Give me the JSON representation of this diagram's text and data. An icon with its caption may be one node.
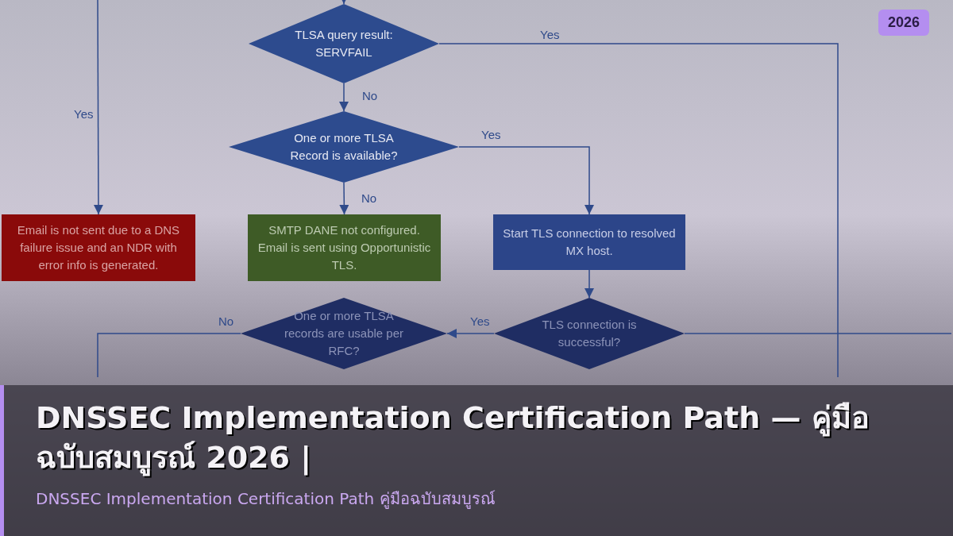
{
  "diagram": {
    "title": "DNSSEC Implementation Certification Path — คู่มือฉบับสมบูรณ์ 2026 |",
    "caption": "DNSSEC Implementation Certification Path คู่มือฉบับสมบูรณ์",
    "nodes": [
      {
        "text": [
          "TLSA query result: SERVFAIL"
        ]
      },
      {
        "text": [
          "One or more TLSA Record is available?"
        ]
      },
      {
        "text": [
          "Email is not sent due to a DNS failure issue and an NDR with error info is generated."
        ]
      },
      {
        "text": [
          "SMTP DANE not configured. Email is sent using Opportunistic TLS."
        ]
      },
      {
        "text": [
          "Start TLS connection to resolved MX host."
        ]
      },
      {
        "text": [
          "TLS connection is successful?"
        ]
      },
      {
        "text": [
          "One or more TLSA records are usable per RFC?"
        ]
      }
    ],
    "edges": [
      {
        "from": null,
        "to": 0,
        "arrow": "to"
      },
      {
        "from": 0,
        "to": null,
        "arrow": "none",
        "label": "Yes"
      },
      {
        "from": null,
        "to": 2,
        "arrow": "to",
        "label": "Yes"
      },
      {
        "from": 0,
        "to": 1,
        "arrow": "to",
        "label": "No"
      },
      {
        "from": 1,
        "to": 3,
        "arrow": "to",
        "label": "No"
      },
      {
        "from": 1,
        "to": 4,
        "arrow": "to",
        "label": "Yes"
      },
      {
        "from": 4,
        "to": 5,
        "arrow": "to"
      },
      {
        "from": 5,
        "to": 6,
        "arrow": "to",
        "label": "Yes"
      },
      {
        "from": 5,
        "to": null,
        "arrow": "none"
      },
      {
        "from": 6,
        "to": null,
        "arrow": "none",
        "label": "No"
      }
    ],
    "labels": [
      "2026"
    ]
  }
}
